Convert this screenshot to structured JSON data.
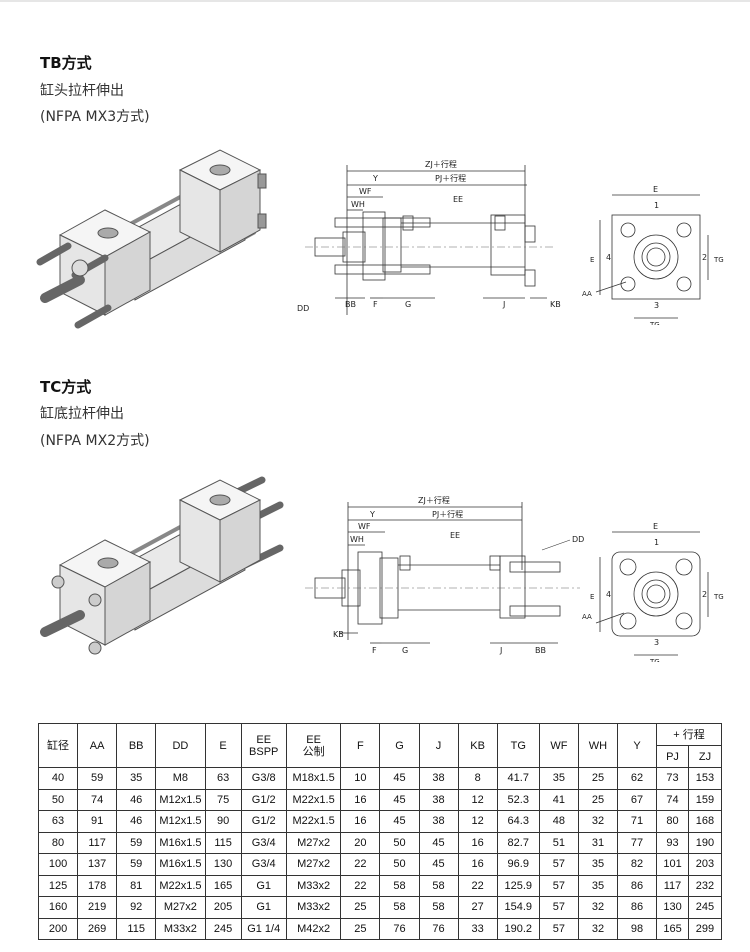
{
  "tb": {
    "title": "TB方式",
    "desc": "缸头拉杆伸出",
    "std": "(NFPA MX3方式)"
  },
  "tc": {
    "title": "TC方式",
    "desc": "缸底拉杆伸出",
    "std": "(NFPA MX2方式)"
  },
  "dims": {
    "zj": "ZJ＋行程",
    "pj": "PJ＋行程",
    "y": "Y",
    "wf": "WF",
    "wh": "WH",
    "ee": "EE",
    "dd": "DD",
    "bb": "BB",
    "f": "F",
    "g": "G",
    "j": "J",
    "kb": "KB",
    "e": "E",
    "tg": "TG",
    "aa": "AA",
    "p1": "1",
    "p2": "2",
    "p3": "3",
    "p4": "4"
  },
  "table": {
    "headers": [
      "缸径",
      "AA",
      "BB",
      "DD",
      "E",
      "EE\nBSPP",
      "EE\n公制",
      "F",
      "G",
      "J",
      "KB",
      "TG",
      "WF",
      "WH",
      "Y"
    ],
    "stroke_header": "+ 行程",
    "stroke_sub": [
      "PJ",
      "ZJ"
    ],
    "rows": [
      [
        "40",
        "59",
        "35",
        "M8",
        "63",
        "G3/8",
        "M18x1.5",
        "10",
        "45",
        "38",
        "8",
        "41.7",
        "35",
        "25",
        "62",
        "73",
        "153"
      ],
      [
        "50",
        "74",
        "46",
        "M12x1.5",
        "75",
        "G1/2",
        "M22x1.5",
        "16",
        "45",
        "38",
        "12",
        "52.3",
        "41",
        "25",
        "67",
        "74",
        "159"
      ],
      [
        "63",
        "91",
        "46",
        "M12x1.5",
        "90",
        "G1/2",
        "M22x1.5",
        "16",
        "45",
        "38",
        "12",
        "64.3",
        "48",
        "32",
        "71",
        "80",
        "168"
      ],
      [
        "80",
        "117",
        "59",
        "M16x1.5",
        "115",
        "G3/4",
        "M27x2",
        "20",
        "50",
        "45",
        "16",
        "82.7",
        "51",
        "31",
        "77",
        "93",
        "190"
      ],
      [
        "100",
        "137",
        "59",
        "M16x1.5",
        "130",
        "G3/4",
        "M27x2",
        "22",
        "50",
        "45",
        "16",
        "96.9",
        "57",
        "35",
        "82",
        "101",
        "203"
      ],
      [
        "125",
        "178",
        "81",
        "M22x1.5",
        "165",
        "G1",
        "M33x2",
        "22",
        "58",
        "58",
        "22",
        "125.9",
        "57",
        "35",
        "86",
        "117",
        "232"
      ],
      [
        "160",
        "219",
        "92",
        "M27x2",
        "205",
        "G1",
        "M33x2",
        "25",
        "58",
        "58",
        "27",
        "154.9",
        "57",
        "32",
        "86",
        "130",
        "245"
      ],
      [
        "200",
        "269",
        "115",
        "M33x2",
        "245",
        "G1 1/4",
        "M42x2",
        "25",
        "76",
        "76",
        "33",
        "190.2",
        "57",
        "32",
        "98",
        "165",
        "299"
      ]
    ]
  }
}
